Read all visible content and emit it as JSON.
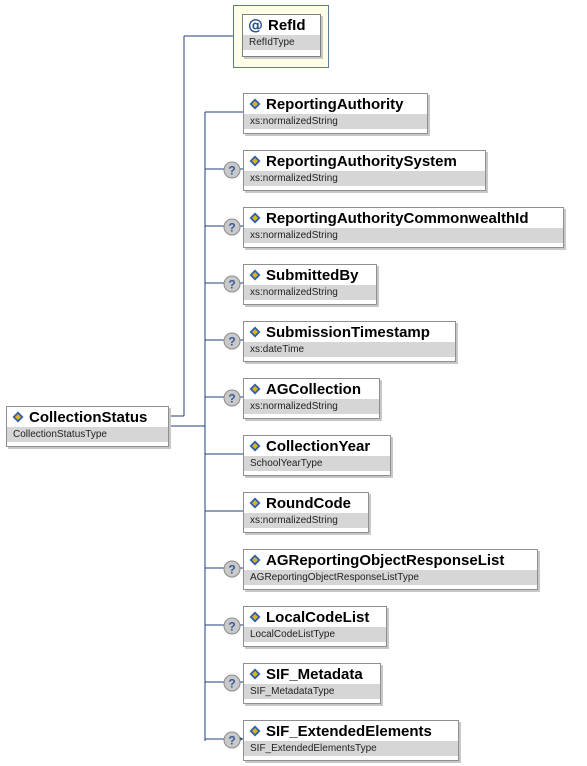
{
  "root": {
    "name": "CollectionStatus",
    "type": "CollectionStatusType"
  },
  "attribute": {
    "name": "RefId",
    "type": "RefIdType",
    "symbol": "@"
  },
  "elements": [
    {
      "name": "ReportingAuthority",
      "type": "xs:normalizedString",
      "optional": false
    },
    {
      "name": "ReportingAuthoritySystem",
      "type": "xs:normalizedString",
      "optional": true
    },
    {
      "name": "ReportingAuthorityCommonwealthId",
      "type": "xs:normalizedString",
      "optional": true
    },
    {
      "name": "SubmittedBy",
      "type": "xs:normalizedString",
      "optional": true
    },
    {
      "name": "SubmissionTimestamp",
      "type": "xs:dateTime",
      "optional": true
    },
    {
      "name": "AGCollection",
      "type": "xs:normalizedString",
      "optional": true
    },
    {
      "name": "CollectionYear",
      "type": "SchoolYearType",
      "optional": false
    },
    {
      "name": "RoundCode",
      "type": "xs:normalizedString",
      "optional": false
    },
    {
      "name": "AGReportingObjectResponseList",
      "type": "AGReportingObjectResponseListType",
      "optional": true
    },
    {
      "name": "LocalCodeList",
      "type": "LocalCodeListType",
      "optional": true
    },
    {
      "name": "SIF_Metadata",
      "type": "SIF_MetadataType",
      "optional": true
    },
    {
      "name": "SIF_ExtendedElements",
      "type": "SIF_ExtendedElementsType",
      "optional": true
    }
  ],
  "icons": {
    "element": "element-diamond-icon",
    "optional": "question-mark-icon",
    "attribute": "at-sign-icon"
  },
  "colors": {
    "connector": "#1f3f7a",
    "attribute_bg": "#ffffe6",
    "type_bar": "#d6d6d6",
    "icon_blue": "#2f5ea8",
    "icon_gold": "#e0b020"
  }
}
